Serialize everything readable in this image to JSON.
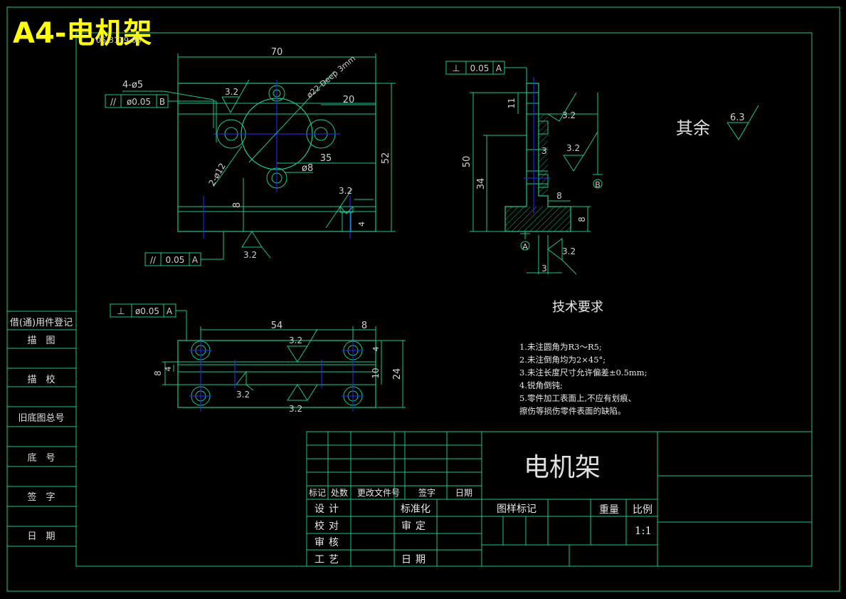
{
  "header": {
    "sheet_title": "A4-电机架",
    "drawing_code": "06-3179-05"
  },
  "left_column": {
    "labels": [
      "借(通)用件登记",
      "描　图",
      "描　校",
      "旧底图总号",
      "底　号",
      "签　字",
      "日　期"
    ]
  },
  "front_view": {
    "overall_width": "70",
    "overall_height": "52",
    "hole_pattern": "4-ø5",
    "hole_offset": "20",
    "hole_span": "35",
    "center_bore": "ø22 Deep 3mm",
    "small_holes": "2-ø12",
    "pin_hole": "ø8",
    "base_offset": "8",
    "slot_dim": "4",
    "roughness_top": "3.2",
    "roughness_right": "3.2",
    "roughness_bottom": "3.2",
    "tol_parallel_b": {
      "symbol": "//",
      "value": "ø0.05",
      "datum": "B"
    },
    "tol_parallel_a": {
      "symbol": "//",
      "value": "0.05",
      "datum": "A"
    }
  },
  "side_view": {
    "tol_perp": {
      "symbol": "⊥",
      "value": "0.05",
      "datum": "A"
    },
    "dim_top": "11",
    "dim_height": "50",
    "dim_lower": "34",
    "dim_mid": "3",
    "dim_step": "8",
    "dim_base": "8",
    "dim_thickness": "3",
    "roughness_1": "3.2",
    "roughness_2": "3.2",
    "roughness_3": "3.2",
    "datum_a": "A",
    "datum_b": "B"
  },
  "top_view": {
    "tol_perp": {
      "symbol": "⊥",
      "value": "ø0.05",
      "datum": "A"
    },
    "hole_span": "54",
    "edge_offset": "8",
    "dim_8": "8",
    "dim_4_left": "4",
    "dim_4_right": "4",
    "dim_10": "10",
    "dim_24": "24",
    "roughness_1": "3.2",
    "roughness_2": "3.2",
    "roughness_3": "3.2"
  },
  "general_roughness": {
    "label": "其余",
    "value": "6.3"
  },
  "tech_requirements": {
    "heading": "技术要求",
    "items": [
      "1.未注圆角为R3～R5;",
      "2.未注倒角均为2×45°;",
      "3.未注长度尺寸允许偏差±0.5mm;",
      "4.锐角倒钝;",
      "5.零件加工表面上,不应有划痕、",
      "   擦伤等损伤零件表面的缺陷。"
    ]
  },
  "title_block": {
    "part_name": "电机架",
    "rev_headers": [
      "标记",
      "处数",
      "更改文件号",
      "签字",
      "日期"
    ],
    "roles": [
      "设计",
      "校对",
      "审核",
      "工艺"
    ],
    "roles_right": [
      "标准化",
      "审定",
      "日期"
    ],
    "pattern_label": "图样标记",
    "weight_label": "重量",
    "scale_label": "比例",
    "scale_value": "1:1"
  }
}
